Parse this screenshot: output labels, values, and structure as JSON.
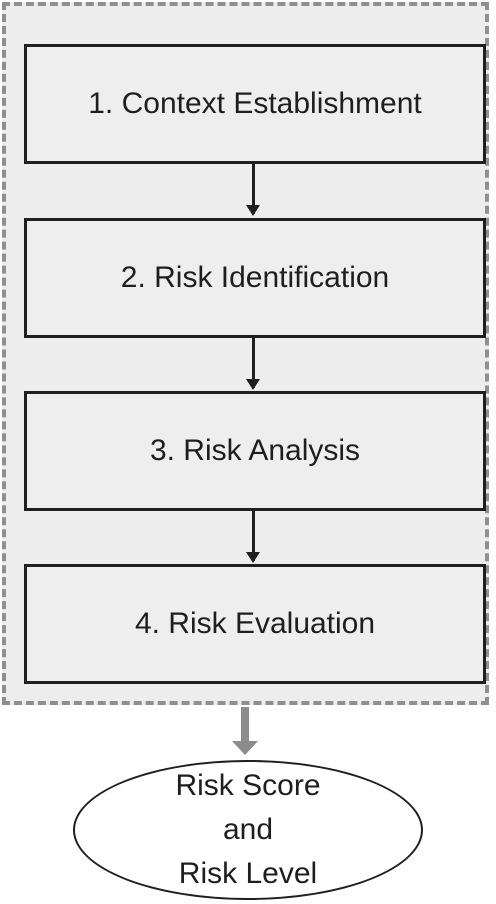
{
  "steps": [
    {
      "label": "1. Context Establishment"
    },
    {
      "label": "2. Risk Identification"
    },
    {
      "label": "3. Risk Analysis"
    },
    {
      "label": "4. Risk Evaluation"
    }
  ],
  "result": {
    "line1": "Risk Score",
    "line2": "and",
    "line3": "Risk Level"
  },
  "colors": {
    "box_fill": "#eeeeef",
    "container_fill": "#ededed",
    "dashed_border": "#8f8f8f",
    "output_arrow": "#8c8c8c",
    "stroke": "#1f1f1f"
  }
}
